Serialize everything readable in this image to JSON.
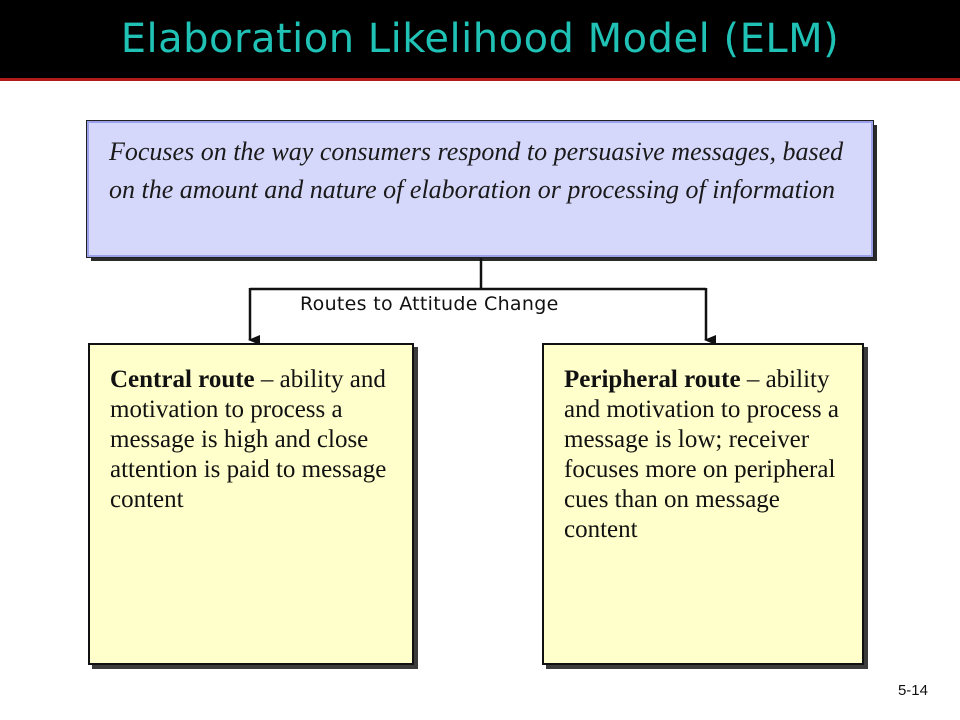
{
  "slide": {
    "title": "Elaboration Likelihood Model (ELM)",
    "number": "5-14"
  },
  "definition": {
    "text": "Focuses on the way consumers respond to persuasive messages, based on the amount and nature of elaboration or processing of information"
  },
  "routes_label": "Routes to Attitude Change",
  "central_route": {
    "heading": "Central route",
    "dash": " –",
    "description": "ability and motivation to process a message is high and close attention is paid to message content"
  },
  "peripheral_route": {
    "heading": "Peripheral route",
    "dash": " –",
    "description": "ability and motivation to process a message is low; receiver focuses more on peripheral cues than on message content"
  },
  "colors": {
    "title_bar": "#000000",
    "title_text": "#20c2b6",
    "title_underline": "#b11a1a",
    "definition_box": "#d6d8fb",
    "route_box": "#ffffcc"
  }
}
